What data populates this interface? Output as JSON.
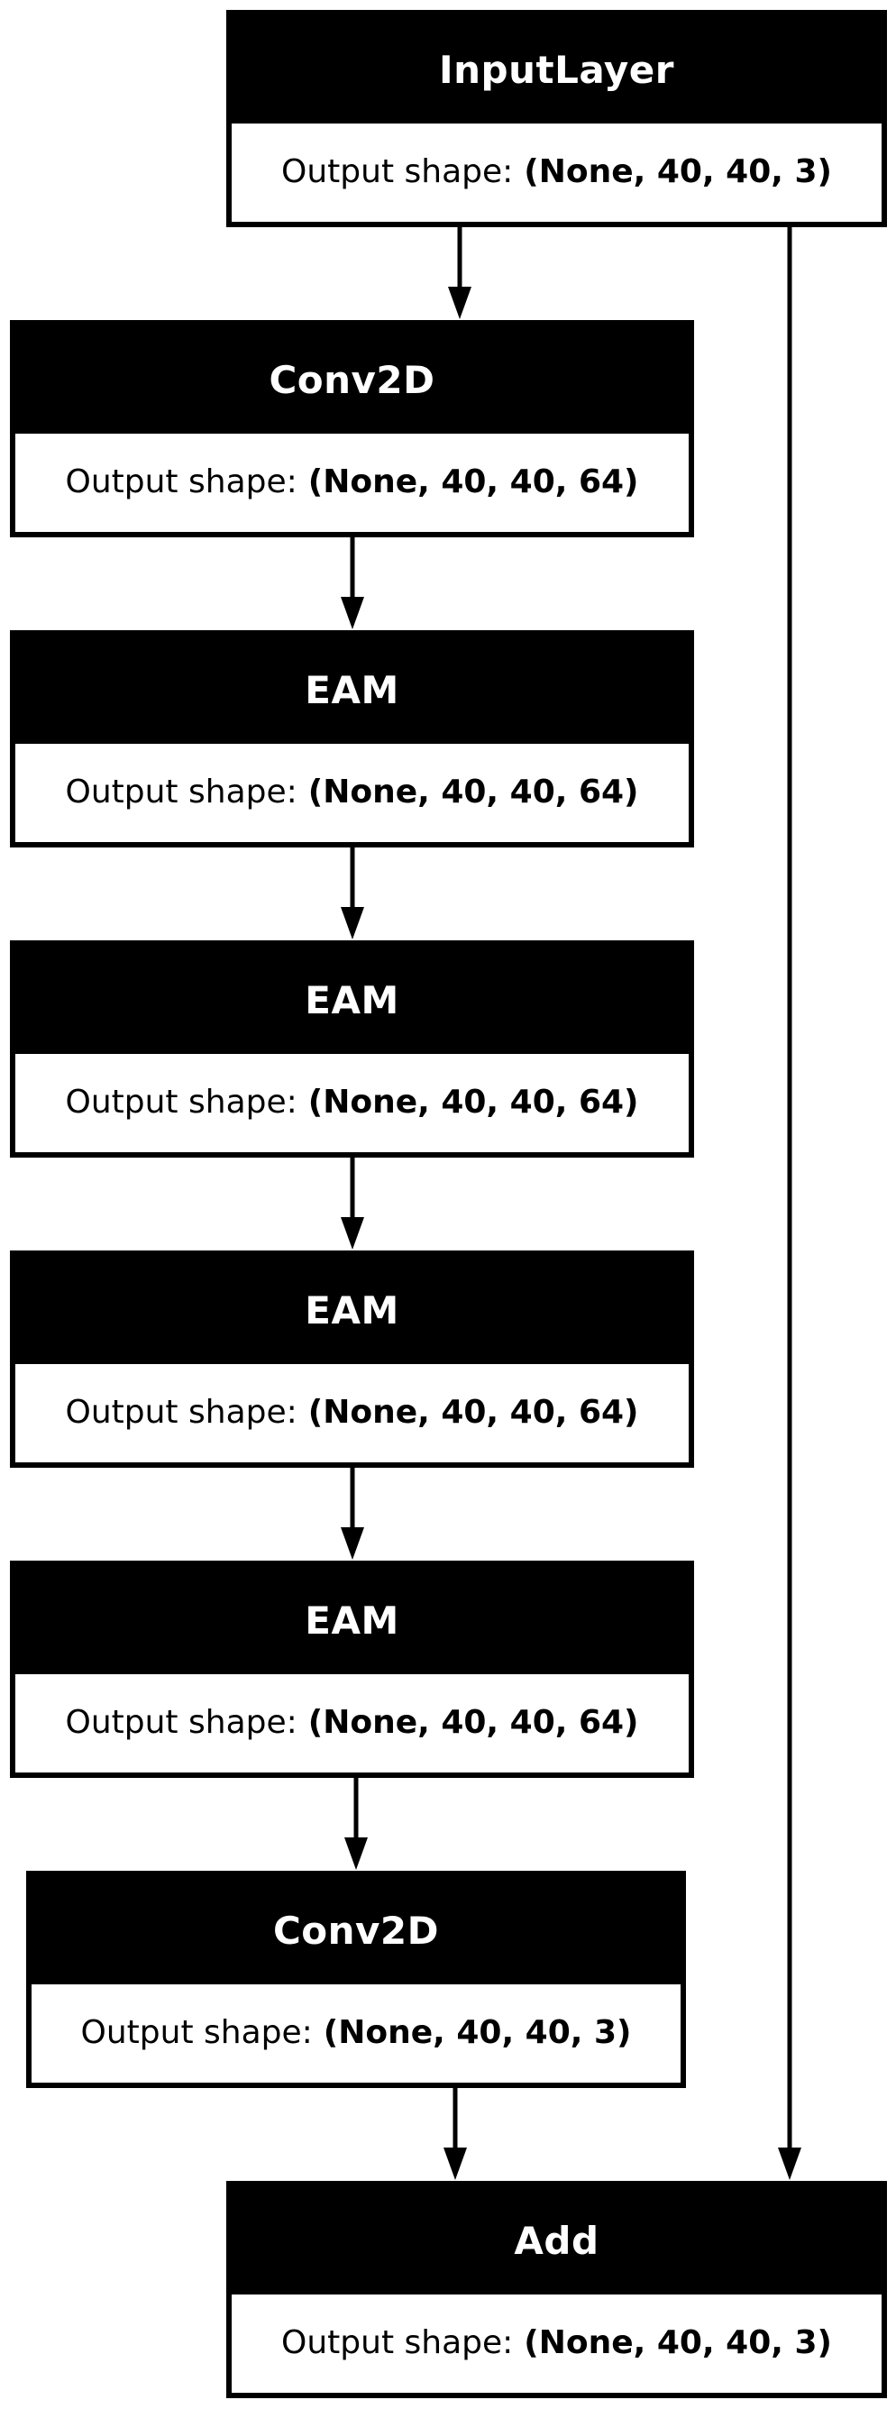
{
  "nodes": [
    {
      "id": "input",
      "title": "InputLayer",
      "label": "Output shape:",
      "shape": "(None, 40, 40, 3)"
    },
    {
      "id": "conv1",
      "title": "Conv2D",
      "label": "Output shape:",
      "shape": "(None, 40, 40, 64)"
    },
    {
      "id": "eam1",
      "title": "EAM",
      "label": "Output shape:",
      "shape": "(None, 40, 40, 64)"
    },
    {
      "id": "eam2",
      "title": "EAM",
      "label": "Output shape:",
      "shape": "(None, 40, 40, 64)"
    },
    {
      "id": "eam3",
      "title": "EAM",
      "label": "Output shape:",
      "shape": "(None, 40, 40, 64)"
    },
    {
      "id": "eam4",
      "title": "EAM",
      "label": "Output shape:",
      "shape": "(None, 40, 40, 64)"
    },
    {
      "id": "conv2",
      "title": "Conv2D",
      "label": "Output shape:",
      "shape": "(None, 40, 40, 3)"
    },
    {
      "id": "add",
      "title": "Add",
      "label": "Output shape:",
      "shape": "(None, 40, 40, 3)"
    }
  ],
  "edges": [
    {
      "from": "input",
      "to": "conv1"
    },
    {
      "from": "conv1",
      "to": "eam1"
    },
    {
      "from": "eam1",
      "to": "eam2"
    },
    {
      "from": "eam2",
      "to": "eam3"
    },
    {
      "from": "eam3",
      "to": "eam4"
    },
    {
      "from": "eam4",
      "to": "conv2"
    },
    {
      "from": "conv2",
      "to": "add"
    },
    {
      "from": "input",
      "to": "add"
    }
  ]
}
